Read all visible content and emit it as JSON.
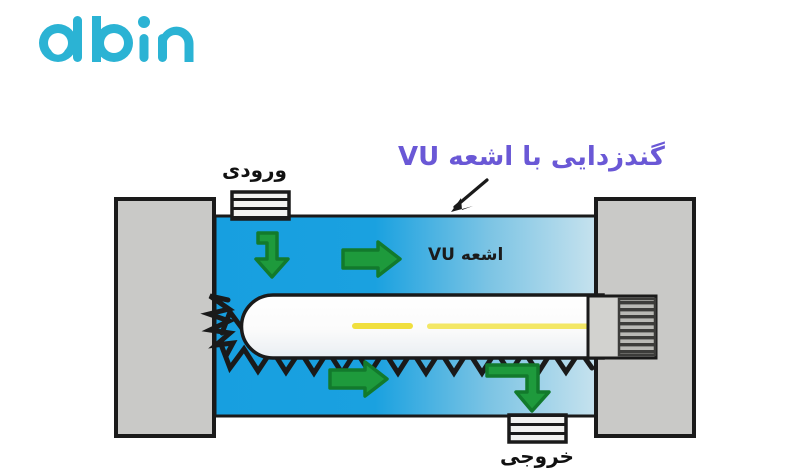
{
  "brand": {
    "name": "abin",
    "color": "#2bb3d4",
    "droplet_icon": "water-droplet-icon"
  },
  "diagram": {
    "title": "گندزدایی با اشعه UV",
    "title_color": "#6a58d6",
    "arrow_annotation": "pointer-arrow-icon",
    "labels": {
      "inlet": "ورودی",
      "outlet": "خروجی",
      "uv_rays": "اشعه UV"
    },
    "colors": {
      "water_near": "#179fe0",
      "water_far": "#bfe0ee",
      "flange_gray": "#c9c9c7",
      "outline_black": "#1a1a1a",
      "arrow_fill": "#1e9a3c",
      "arrow_stroke": "#127a2c",
      "lamp_body": "#fefefe",
      "lamp_filament": "#f2e23c"
    },
    "parts": [
      {
        "name": "left-flange",
        "label": ""
      },
      {
        "name": "right-flange",
        "label": ""
      },
      {
        "name": "inlet-port",
        "label": "ورودی"
      },
      {
        "name": "outlet-port",
        "label": "خروجی"
      },
      {
        "name": "uv-lamp",
        "label": ""
      },
      {
        "name": "lamp-socket",
        "label": ""
      },
      {
        "name": "water-chamber",
        "label": ""
      },
      {
        "name": "radiation-zigzag-top",
        "label": ""
      },
      {
        "name": "radiation-zigzag-bottom",
        "label": ""
      }
    ],
    "flow_arrows": [
      {
        "name": "flow-arrow-inlet-bend",
        "direction": "down-right"
      },
      {
        "name": "flow-arrow-upper-straight",
        "direction": "right"
      },
      {
        "name": "flow-arrow-lower-straight",
        "direction": "right"
      },
      {
        "name": "flow-arrow-outlet-bend",
        "direction": "right-down"
      }
    ]
  }
}
